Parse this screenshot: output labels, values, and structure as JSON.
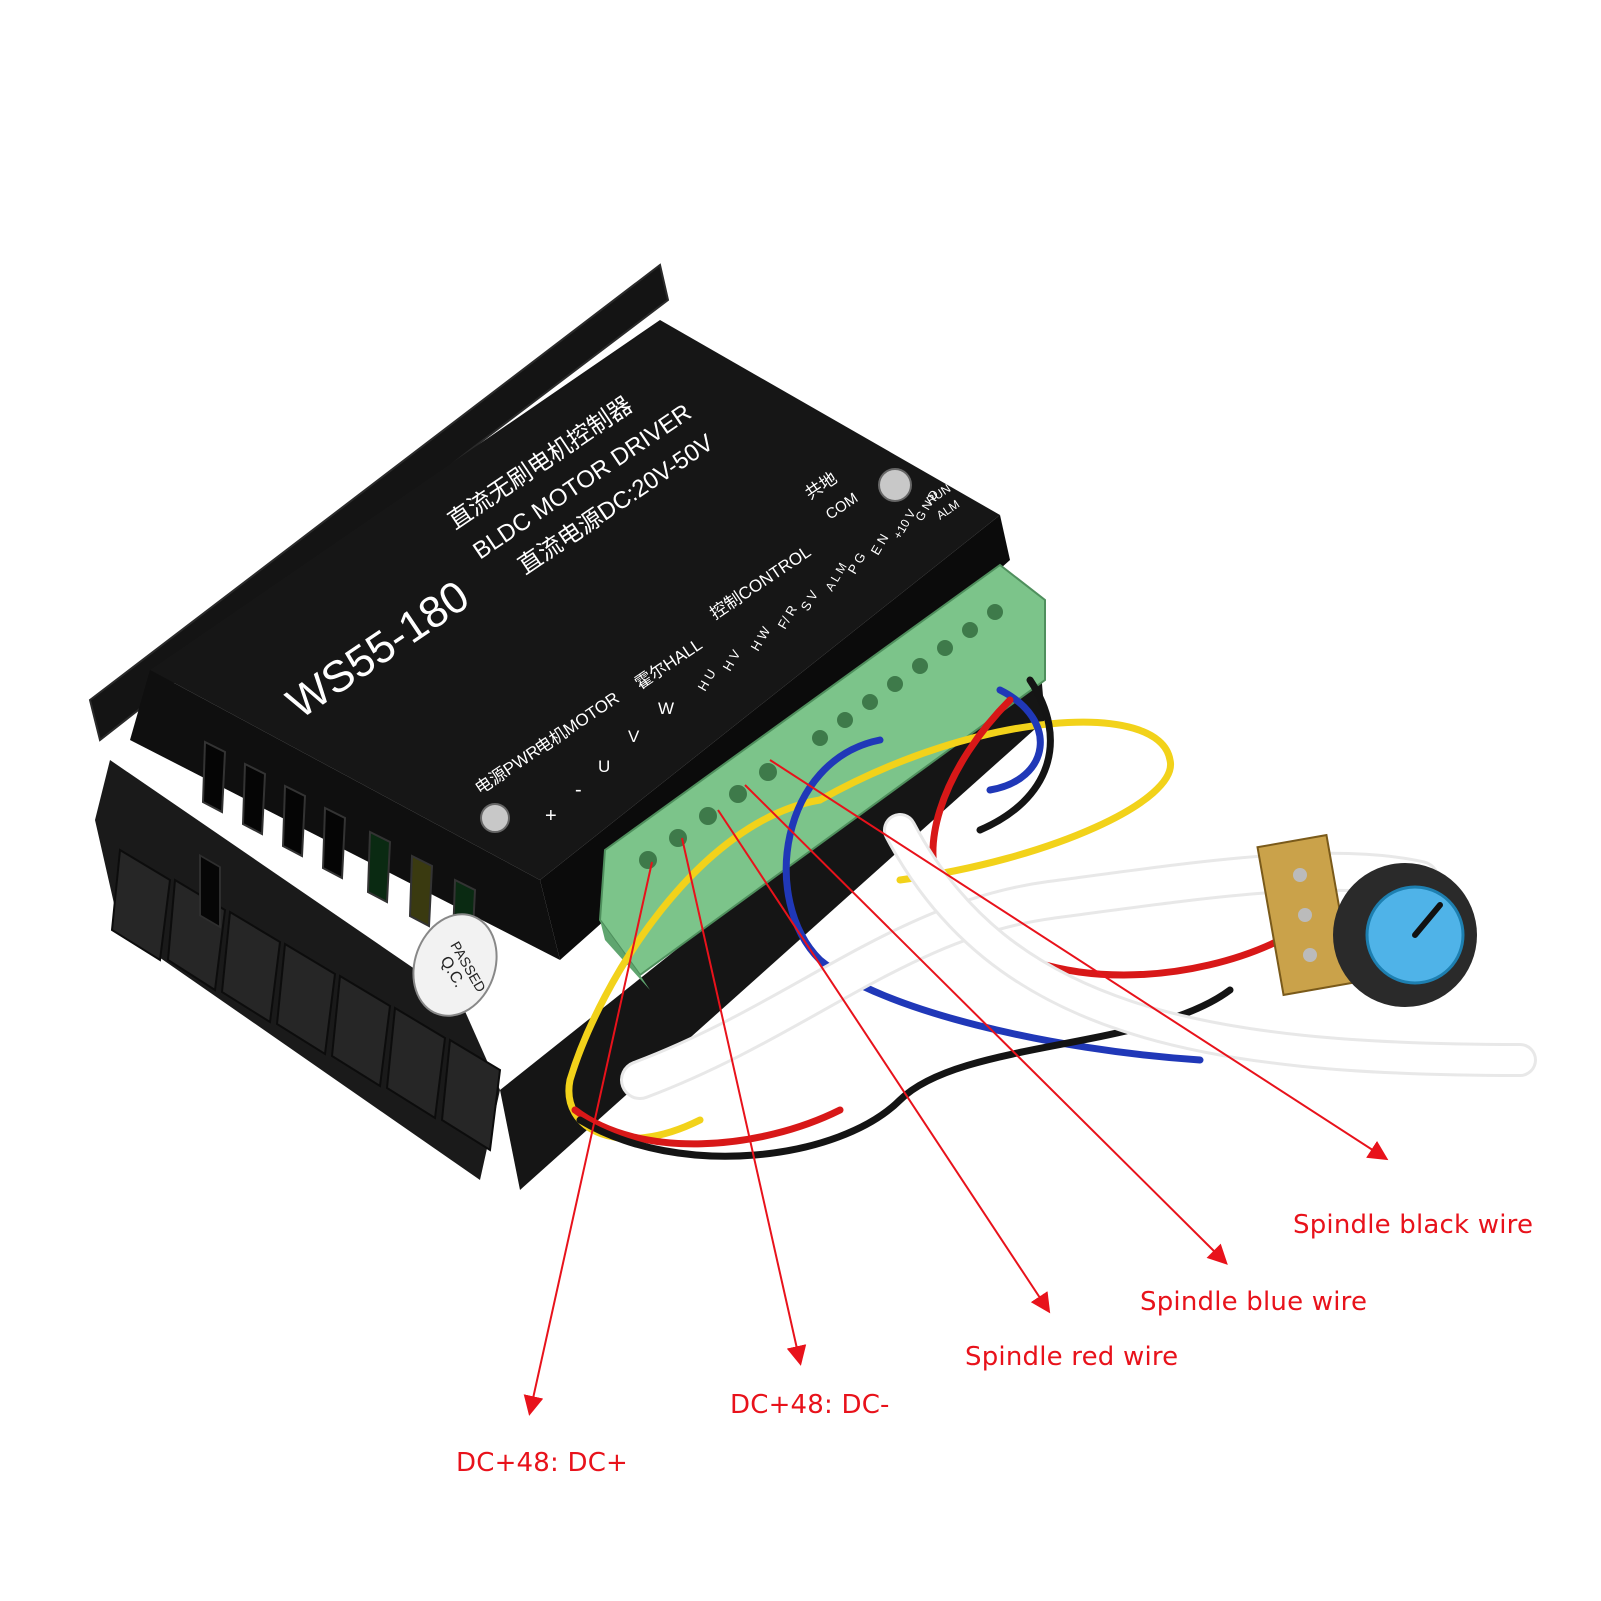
{
  "product": {
    "model": "WS55-180",
    "title_cn": "直流无刷电机控制器",
    "title_en": "BLDC MOTOR DRIVER",
    "power_spec": "直流电源DC:20V-50V",
    "group_pwr": "电源PWR",
    "group_motor": "电机MOTOR",
    "group_hall": "霍尔HALL",
    "group_control": "控制CONTROL",
    "group_com": "共地",
    "group_com_en": "COM",
    "pins": {
      "plus": "+",
      "minus": "-",
      "u": "U",
      "v": "V",
      "w": "W",
      "hu": "H U",
      "hv": "H V",
      "hw": "H W",
      "fr": "F/ R",
      "sv": "S V",
      "alm": "A L M",
      "pg": "P G",
      "en": "E N",
      "v10": "+10 V",
      "gnd": "G N D",
      "run": "RUN",
      "alm_led": "ALM"
    },
    "qc_sticker": [
      "Q.C.",
      "PASSED"
    ]
  },
  "callouts": {
    "spindle_black": "Spindle black wire",
    "spindle_blue": "Spindle blue wire",
    "spindle_red": "Spindle red wire",
    "dc_minus": "DC+48: DC-",
    "dc_plus": "DC+48: DC+"
  },
  "colors": {
    "callout": "#e8121b",
    "housing": "#111111",
    "heatsink": "#1a1a1a",
    "terminal": "#7cc48a",
    "wire_yellow": "#f2d21a",
    "wire_blue": "#2038b8",
    "wire_red": "#d81818",
    "wire_black": "#141414",
    "knob": "#4fb3e8"
  }
}
